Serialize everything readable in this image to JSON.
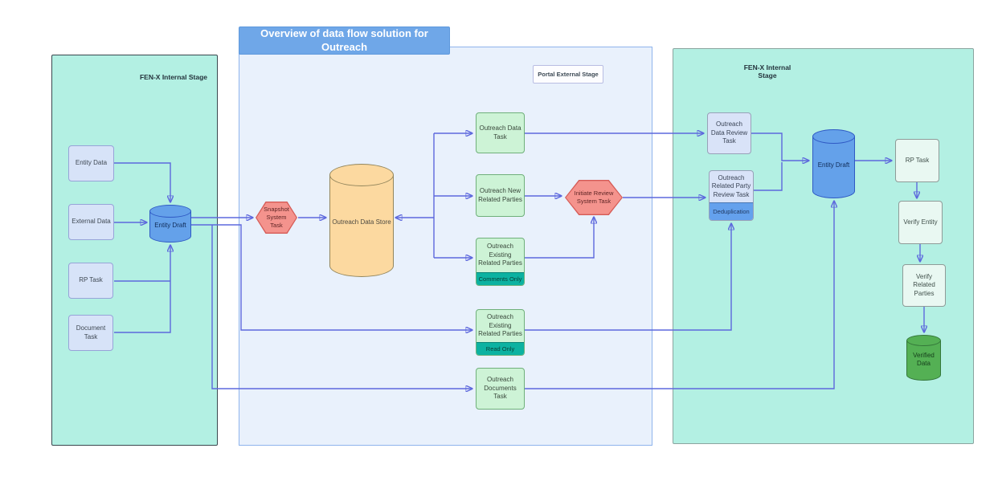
{
  "diagram": {
    "title_banner": "Overview of data flow solution for Outreach",
    "colors": {
      "stage_teal": "#b3f0e3",
      "portal_blue": "#e9f1fc",
      "banner_blue": "#6fa7e8",
      "task_green": "#cdf3d6",
      "box_lavender": "#d7e3f8",
      "badge_teal": "#0cb2a1",
      "badge_blue": "#64a1ed",
      "hexagon_red": "#f4938d",
      "datastore_orange": "#fcd9a0",
      "cylinder_blue": "#64a1ea",
      "cylinder_green": "#54b054",
      "connector": "#5d68dd"
    }
  },
  "left_stage": {
    "title": "FEN-X Internal Stage",
    "nodes": {
      "entity_data": "Entity Data",
      "external_data": "External Data",
      "rp_task": "RP Task",
      "document_task": "Document Task",
      "entity_draft": "Entity Draft"
    }
  },
  "portal_stage": {
    "label": "Portal External Stage",
    "nodes": {
      "snapshot_task": "Snapshot System Task",
      "data_store": "Outreach Data Store",
      "data_task": "Outreach Data Task",
      "new_related_parties": "Outreach New Related Parties",
      "existing_related_parties": "Outreach Existing Related Parties",
      "comments_badge": "Comments Only",
      "initiate_review": "Initiate Review System Task",
      "existing_related_parties_read": "Outreach Existing Related Parties",
      "read_only_badge": "Read Only",
      "documents_task": "Outreach Documents Task"
    }
  },
  "right_stage": {
    "title": "FEN-X Internal Stage",
    "nodes": {
      "data_review": "Outreach Data Review Task",
      "related_party_review": "Outreach Related Party Review Task",
      "deduplication_badge": "Deduplication",
      "entity_draft": "Entity Draft",
      "rp_task": "RP Task",
      "verify_entity": "Verify Entity",
      "verify_related_parties": "Verify Related Parties",
      "verified_data": "Verified Data"
    }
  }
}
